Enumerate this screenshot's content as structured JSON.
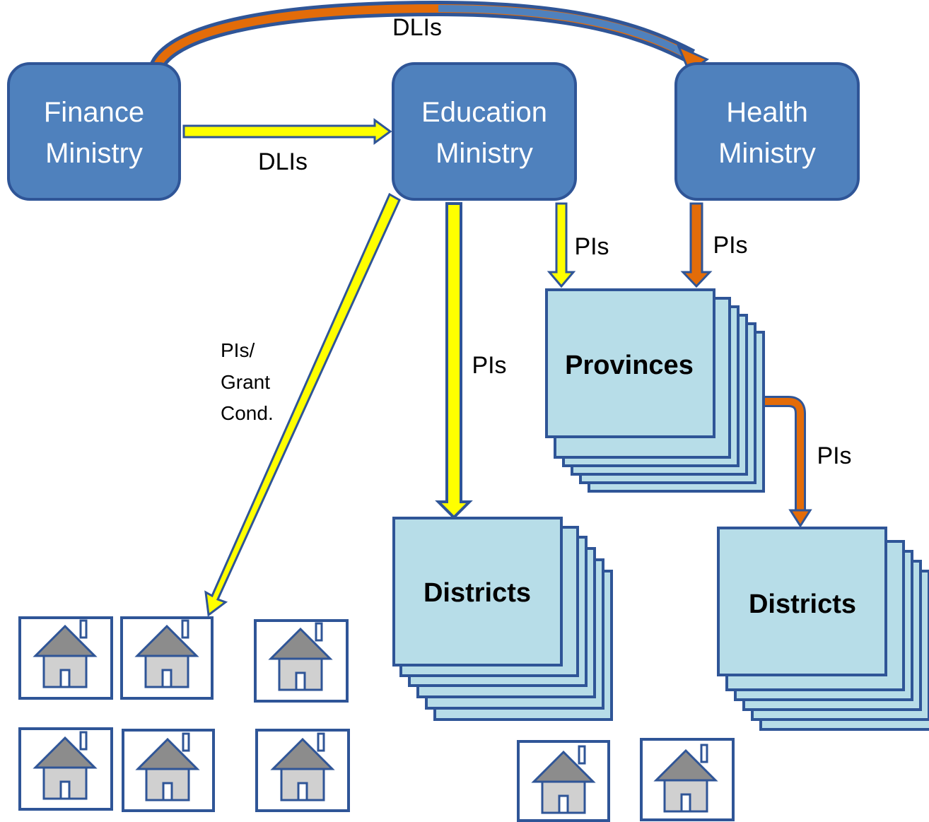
{
  "ministries": {
    "finance": {
      "line1": "Finance",
      "line2": "Ministry"
    },
    "education": {
      "line1": "Education",
      "line2": "Ministry"
    },
    "health": {
      "line1": "Health",
      "line2": "Ministry"
    }
  },
  "arrow_labels": {
    "dlis_top": "DLIs",
    "dlis_mid": "DLIs",
    "pis_edu_prov": "PIs",
    "pis_health_prov": "PIs",
    "pis_edu_dist": "PIs",
    "pis_prov_dist": "PIs",
    "pis_grant_line1": "PIs/",
    "pis_grant_line2": "Grant",
    "pis_grant_line3": "Cond."
  },
  "stacks": {
    "provinces": "Provinces",
    "districts_edu": "Districts",
    "districts_health": "Districts"
  },
  "colors": {
    "ministry_fill": "#4f81bd",
    "ministry_border": "#2f5597",
    "stack_fill": "#b7dde8",
    "education_arrow": "#ffff00",
    "health_arrow": "#e36c09"
  },
  "icons": [
    "house-icon"
  ]
}
